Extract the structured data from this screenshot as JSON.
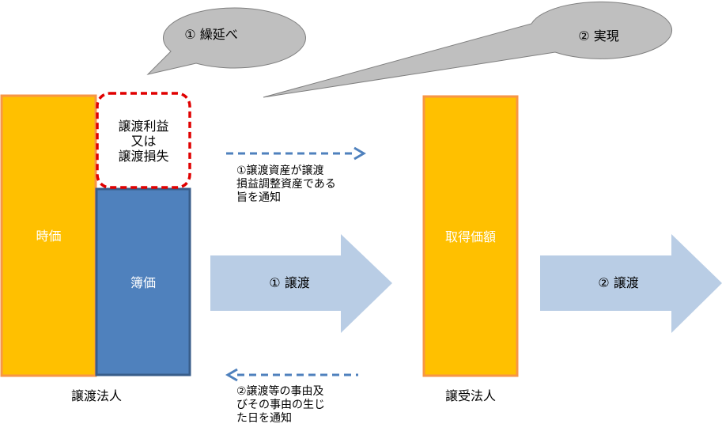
{
  "bubbles": {
    "deferral": "① 繰延べ",
    "realization": "② 実現"
  },
  "transferor": {
    "market_value": "時価",
    "book_value": "簿価",
    "gain_loss": "譲渡利益\n又は\n譲渡損失",
    "caption": "譲渡法人"
  },
  "transferee": {
    "acquisition": "取得価額",
    "caption": "譲受法人"
  },
  "notices": {
    "forward": "①譲渡資産が譲渡\n損益調整資産である\n旨を通知",
    "backward": "②譲渡等の事由及\nびその事由の生じ\nた日を通知"
  },
  "arrows": {
    "transfer1": "① 譲渡",
    "transfer2": "② 譲渡"
  },
  "colors": {
    "orange_fill": "#FFC000",
    "orange_border": "#F79646",
    "blue_fill": "#4F81BD",
    "blue_border": "#385D8A",
    "arrow_fill": "#B9CDE5",
    "bubble_fill": "#BFBFBF",
    "dashed_red": "#E00000",
    "dashed_blue": "#4F81BD"
  }
}
